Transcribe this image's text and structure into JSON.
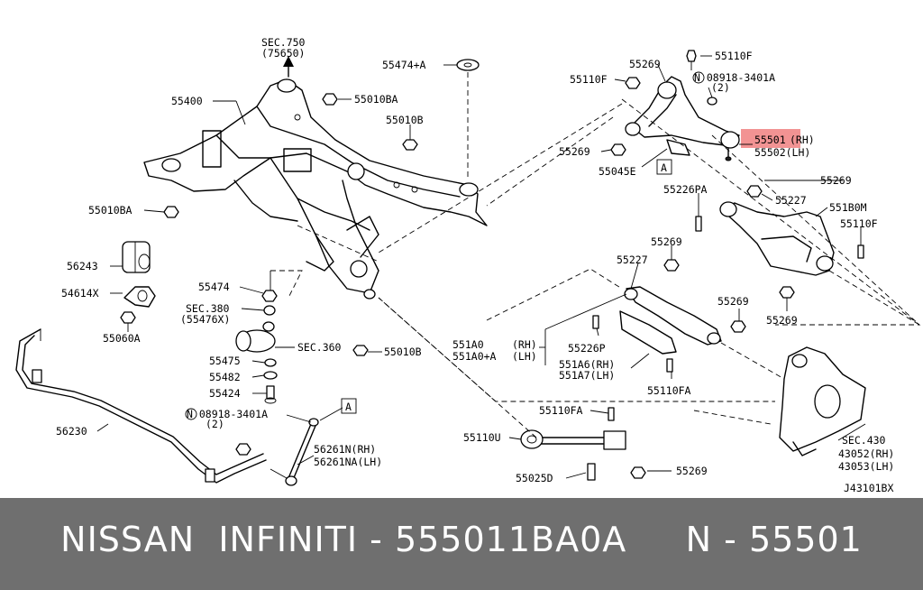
{
  "footer": {
    "text": "NISSAN  INFINITI - 555011BA0A     N - 55501"
  },
  "diagram_code": "J43101BX",
  "highlight_color": "#f08080",
  "labels": {
    "sec750": "SEC.750",
    "sec750_sub": "(75650)",
    "p55474A": "55474+A",
    "p55400": "55400",
    "p55010BA_top": "55010BA",
    "p55010B_top": "55010B",
    "p55010BA_left": "55010BA",
    "p56243": "56243",
    "p54614X": "54614X",
    "p55060A": "55060A",
    "p55474": "55474",
    "sec380": "SEC.380",
    "sec380_sub": "(55476X)",
    "sec360": "SEC.360",
    "p55010B_mid": "55010B",
    "p55475": "55475",
    "p55482": "55482",
    "p55424": "55424",
    "n08918_left": "N 08918-3401A",
    "n08918_left_qty": "(2)",
    "p56230": "56230",
    "box_A_left": "A",
    "p56261N": "56261N(RH)",
    "p56261NA": "56261NA(LH)",
    "p55110F_top": "55110F",
    "p55269_top": "55269",
    "p55110F_left": "55110F",
    "n08918_right": "N 08918-3401A",
    "n08918_right_qty": "(2)",
    "p55501": "55501",
    "p55501_side": "(RH)",
    "p55502": "55502(LH)",
    "p55269_mid": "55269",
    "p55045E": "55045E",
    "box_A_right": "A",
    "p55226PA": "55226PA",
    "p55269_r1": "55269",
    "p55227_r": "55227",
    "p551B0M": "551B0M",
    "p55110F_r": "55110F",
    "p55269_r2": "55269",
    "p55227_l": "55227",
    "p55269_r3": "55269",
    "p55269_r4": "55269",
    "p551A0": "551A0",
    "p551A0_side": "(RH)",
    "p551A0A": "551A0+A",
    "p551A0A_side": "(LH)",
    "p55226P": "55226P",
    "p551A6": "551A6(RH)",
    "p551A7": "551A7(LH)",
    "p55110FA_r": "55110FA",
    "p55110FA_l": "55110FA",
    "p55110U": "55110U",
    "p55025D": "55025D",
    "p55269_bot": "55269",
    "sec430": "SEC.430",
    "p43052": "43052(RH)",
    "p43053": "43053(LH)"
  }
}
